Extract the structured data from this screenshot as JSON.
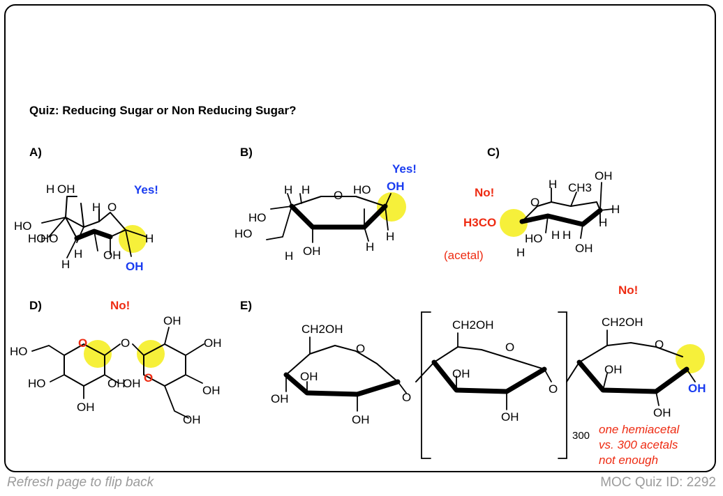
{
  "quiz": {
    "title": "Quiz: Reducing Sugar or Non Reducing Sugar?"
  },
  "structures": {
    "A": {
      "label": "A)",
      "answer": "Yes!",
      "answer_color": "#1a3cf0",
      "atoms": [
        "H",
        "OH",
        "HO",
        "H",
        "O",
        "HO",
        "HO",
        "H",
        "OH",
        "H",
        "H",
        "OH"
      ]
    },
    "B": {
      "label": "B)",
      "answer": "Yes!",
      "answer_color": "#1a3cf0",
      "atoms": [
        "H",
        "H",
        "O",
        "HO",
        "OH",
        "HO",
        "HO",
        "H",
        "OH",
        "H",
        "H"
      ]
    },
    "C": {
      "label": "C)",
      "answer": "No!",
      "answer_color": "#ee2b12",
      "note": "(acetal)",
      "atoms": [
        "OH",
        "H",
        "CH3",
        "O",
        "H3CO",
        "H",
        "HO",
        "H",
        "H",
        "H",
        "OH",
        "H"
      ]
    },
    "D": {
      "label": "D)",
      "answer": "No!",
      "answer_color": "#ee2b12",
      "atoms": [
        "HO",
        "O",
        "O",
        "OH",
        "OH",
        "O",
        "HO",
        "OH",
        "OH",
        "OH",
        "OH",
        "OH"
      ]
    },
    "E": {
      "label": "E)",
      "answer": "No!",
      "answer_color": "#ee2b12",
      "atoms": [
        "CH2OH",
        "O",
        "OH",
        "OH",
        "OH",
        "O",
        "CH2OH",
        "O",
        "OH",
        "OH",
        "O",
        "CH2OH",
        "O",
        "OH",
        "OH",
        "OH"
      ],
      "repeat_subscript": "300",
      "note_lines": [
        "one hemiacetal",
        "vs. 300 acetals",
        "not enough"
      ]
    }
  },
  "footer": {
    "left": "Refresh page to flip back",
    "right": "MOC Quiz ID: 2292"
  },
  "colors": {
    "highlight": "#f6f03a",
    "yes": "#1a3cf0",
    "no": "#ee2b12",
    "footer": "#9b9b9b"
  }
}
